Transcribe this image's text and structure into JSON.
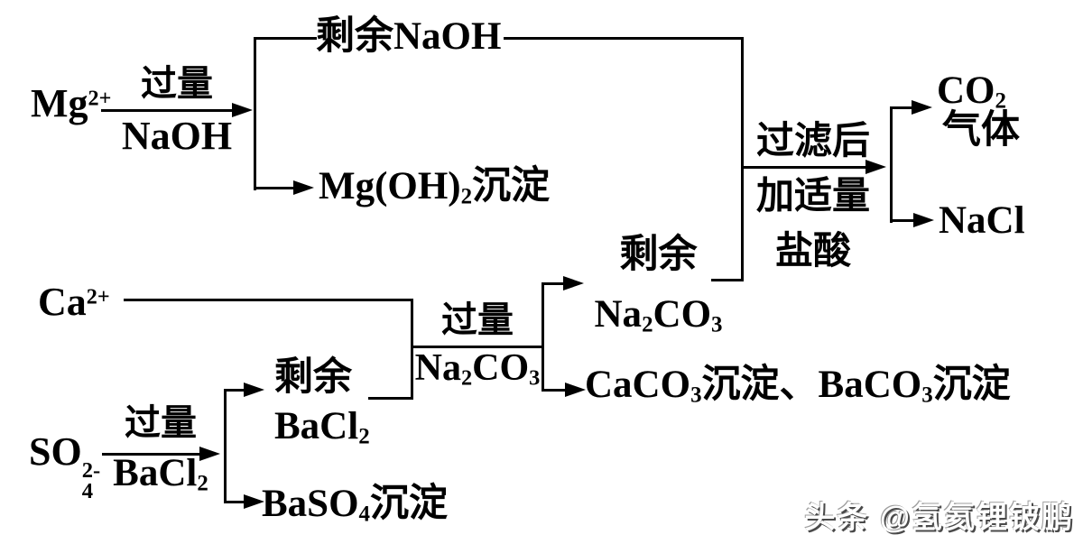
{
  "ions": {
    "mg": {
      "symbol": "Mg",
      "charge": "2+"
    },
    "ca": {
      "symbol": "Ca",
      "charge": "2+"
    },
    "so4": {
      "symbol": "SO",
      "subscript": "4",
      "charge": "2-"
    }
  },
  "reagents": {
    "naoh": {
      "amount": "过量",
      "formula": "NaOH"
    },
    "bacl2": {
      "amount": "过量",
      "formula_base": "BaCl",
      "formula_sub": "2"
    },
    "na2co3": {
      "amount": "过量",
      "na": "Na",
      "na_sub": "2",
      "co": "CO",
      "co_sub": "3"
    },
    "hcl": {
      "line1": "过滤后",
      "line2": "加适量",
      "line3": "盐酸"
    }
  },
  "products": {
    "naoh_remaining": "剩余NaOH",
    "mgoh2": {
      "base": "Mg(OH)",
      "sub": "2",
      "suffix": "沉淀"
    },
    "bacl2_remaining": {
      "line1": "剩余",
      "base": "BaCl",
      "sub": "2"
    },
    "baso4": {
      "base": "BaSO",
      "sub": "4",
      "suffix": "沉淀"
    },
    "na2co3_remaining": {
      "line1": "剩余",
      "na": "Na",
      "na_sub": "2",
      "co": "CO",
      "co_sub": "3"
    },
    "carbonates": {
      "caco": "CaCO",
      "caco_sub": "3",
      "mid": "沉淀、BaCO",
      "baco_sub": "3",
      "suffix": "沉淀"
    },
    "co2": {
      "base": "CO",
      "sub": "2",
      "line2": "气体"
    },
    "nacl": "NaCl"
  },
  "watermark": "头条 @氢氦锂铍鹏"
}
